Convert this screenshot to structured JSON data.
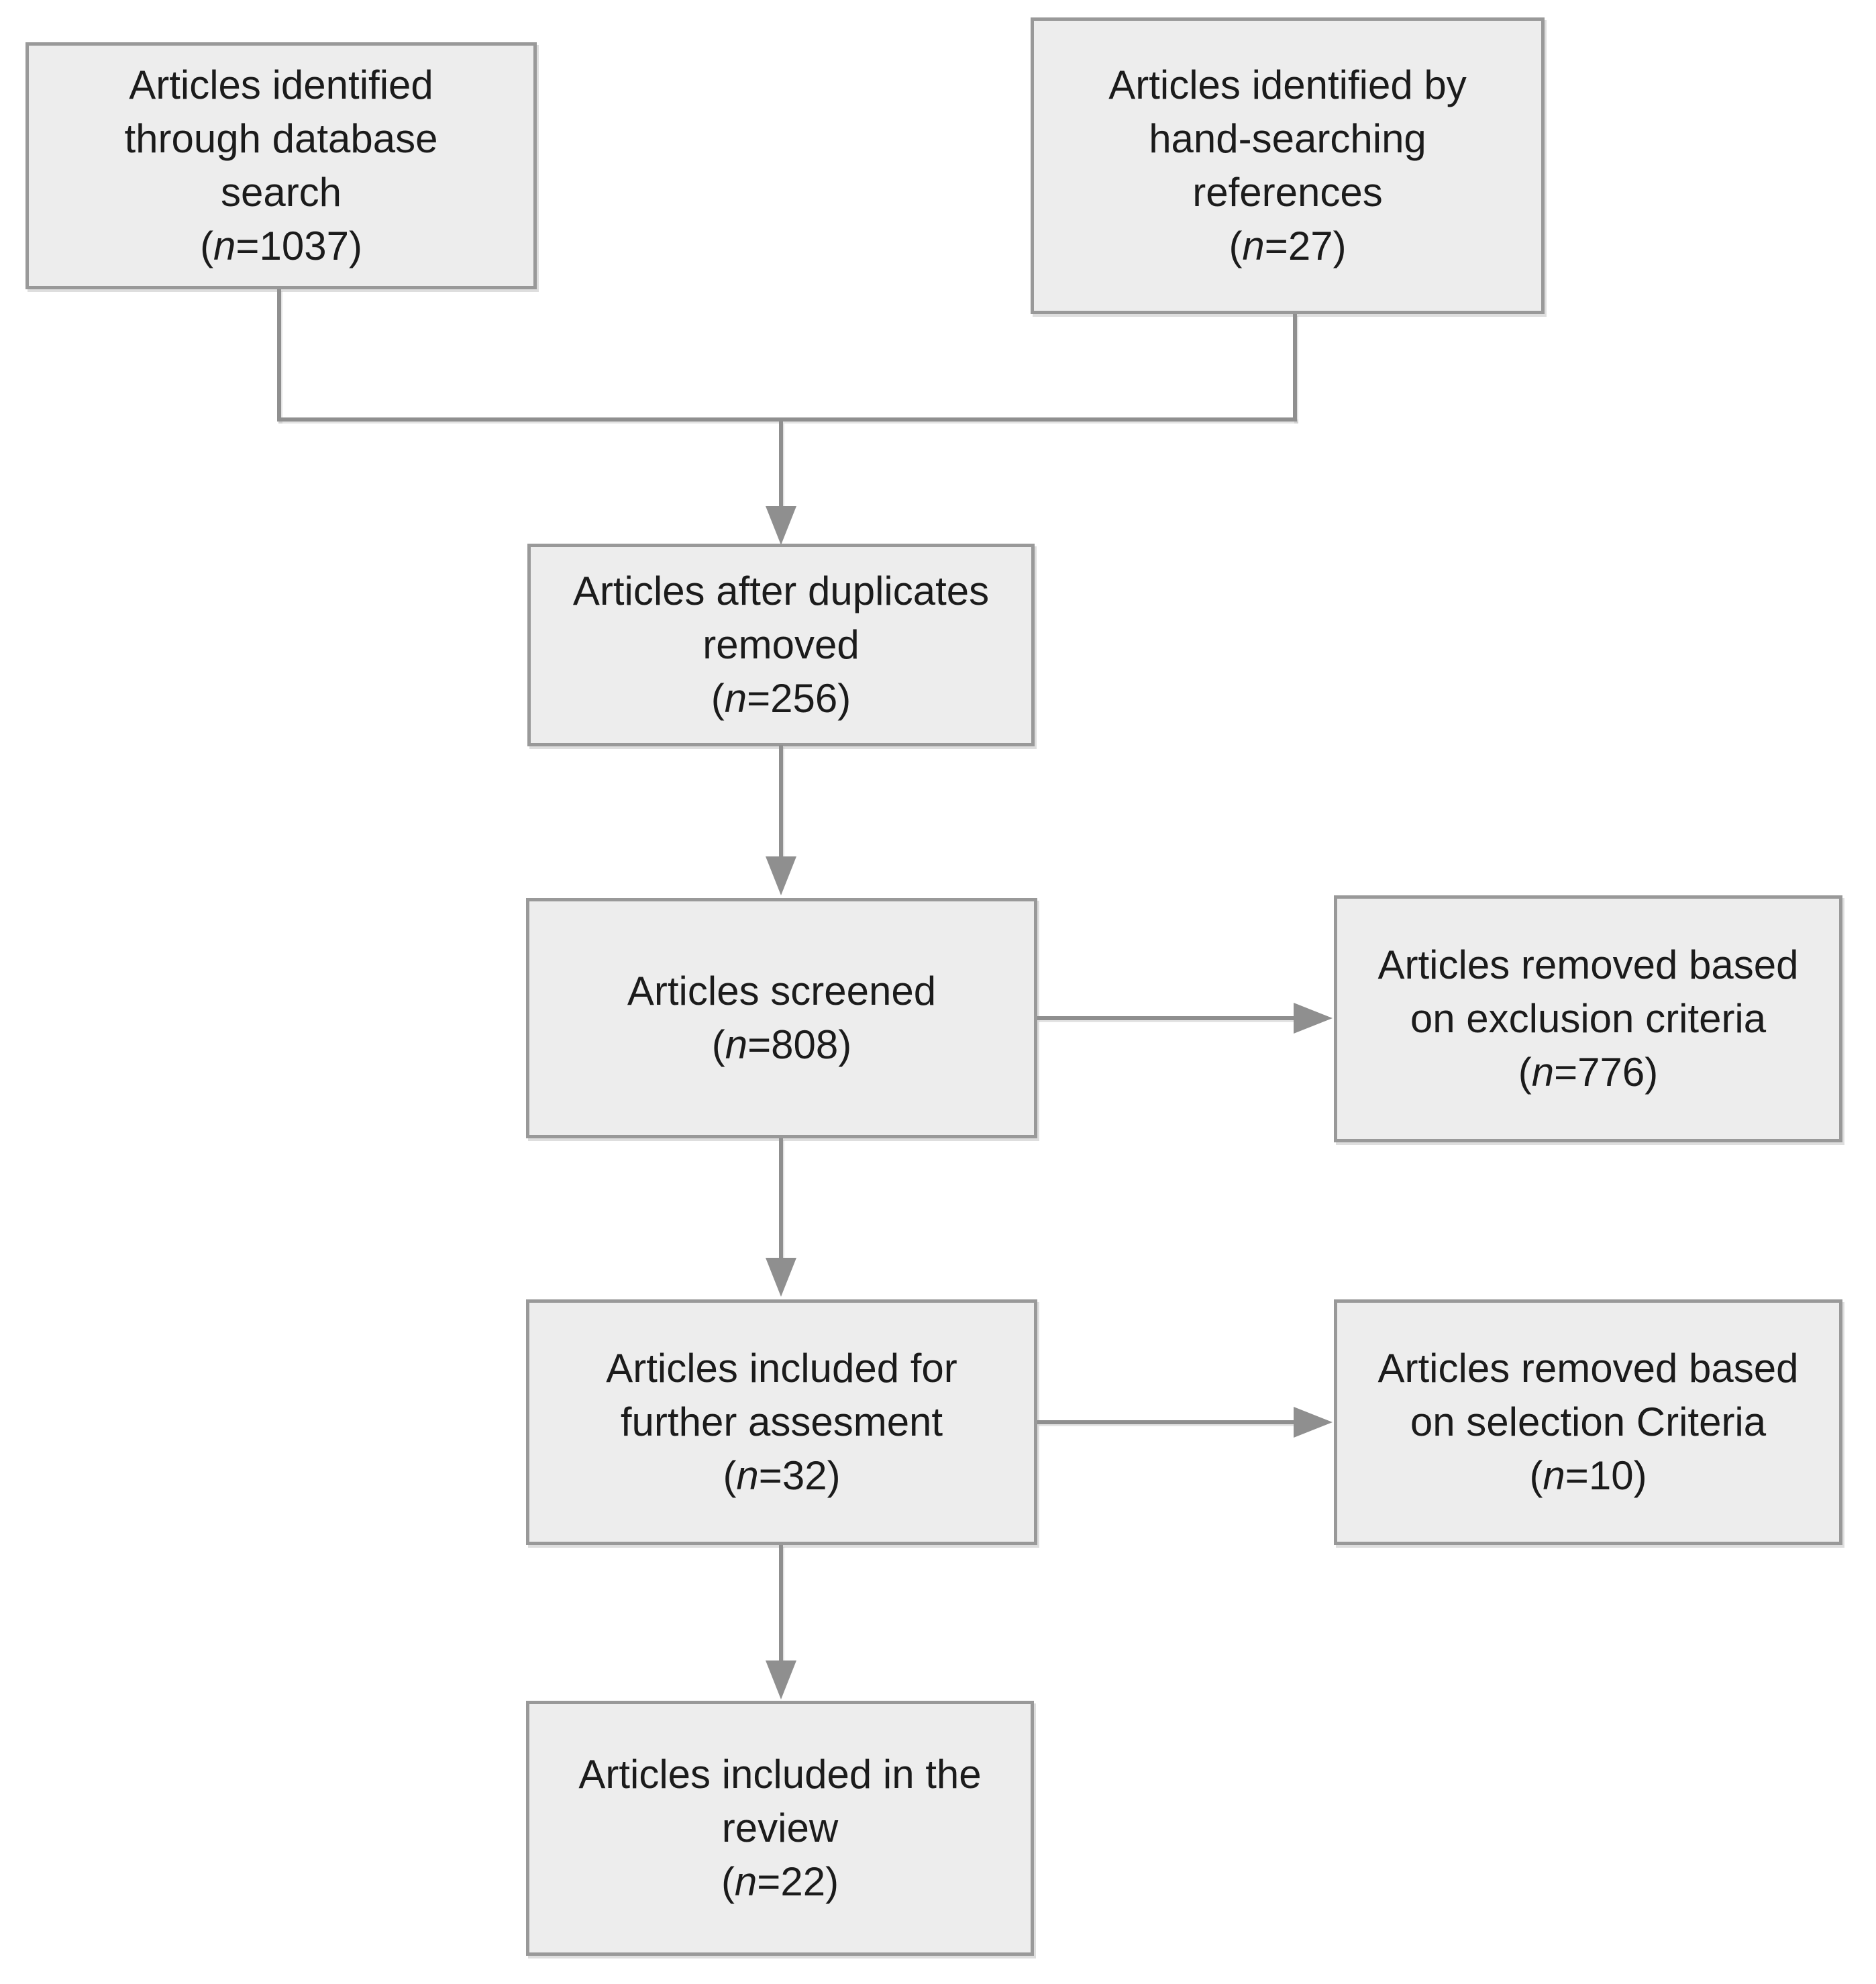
{
  "diagram": {
    "type": "prisma-flowchart",
    "colors": {
      "box_fill": "#ededed",
      "box_border": "#999999",
      "connector": "#8f8f8f",
      "text": "#1b1b1b",
      "background": "#ffffff"
    },
    "boxes": [
      {
        "name": "articles-identified-database",
        "lines": [
          "Articles identified",
          "through database",
          "search"
        ],
        "count_prefix": "(",
        "count_var": "n",
        "count_suffix": "=1037)",
        "n_value": 1037
      },
      {
        "name": "articles-identified-handsearching",
        "lines": [
          "Articles identified by",
          "hand-searching",
          "references"
        ],
        "count_prefix": "(",
        "count_var": "n",
        "count_suffix": "=27)",
        "n_value": 27
      },
      {
        "name": "articles-after-duplicates-removed",
        "lines": [
          "Articles after duplicates",
          "removed"
        ],
        "count_prefix": "(",
        "count_var": "n",
        "count_suffix": "=256)",
        "n_value": 256
      },
      {
        "name": "articles-screened",
        "lines": [
          "Articles screened"
        ],
        "count_prefix": "(",
        "count_var": "n",
        "count_suffix": "=808)",
        "n_value": 808
      },
      {
        "name": "articles-removed-exclusion-criteria",
        "lines": [
          "Articles removed based",
          "on exclusion criteria"
        ],
        "count_prefix": "(",
        "count_var": "n",
        "count_suffix": "=776)",
        "n_value": 776
      },
      {
        "name": "articles-included-further-assesment",
        "lines": [
          "Articles included for",
          "further assesment"
        ],
        "count_prefix": "(",
        "count_var": "n",
        "count_suffix": "=32)",
        "n_value": 32
      },
      {
        "name": "articles-removed-selection-criteria",
        "lines": [
          "Articles removed based",
          "on selection Criteria"
        ],
        "count_prefix": "(",
        "count_var": "n",
        "count_suffix": "=10)",
        "n_value": 10
      },
      {
        "name": "articles-included-review",
        "lines": [
          "Articles included in the",
          "review"
        ],
        "count_prefix": "(",
        "count_var": "n",
        "count_suffix": "=22)",
        "n_value": 22
      }
    ]
  }
}
